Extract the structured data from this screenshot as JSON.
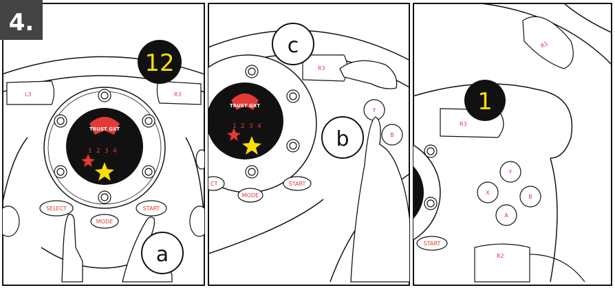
{
  "step": {
    "label": "4."
  },
  "panel1": {
    "callout_number": "12",
    "buttons": {
      "l3": "L3",
      "r3": "R3",
      "select": "SELECT",
      "start": "START",
      "mode": "MODE"
    },
    "brand": "TRUST GXT",
    "leds": [
      "1",
      "2",
      "3",
      "4"
    ],
    "callout_letter": "a"
  },
  "panel2": {
    "callout_letter_top": "c",
    "callout_letter_mid": "b",
    "buttons": {
      "r3": "R3",
      "y": "Y",
      "b": "B",
      "start": "START",
      "mode": "MODE",
      "select_partial": "CT"
    },
    "brand": "TRUST GXT",
    "leds": [
      "1",
      "2",
      "3",
      "4"
    ]
  },
  "panel3": {
    "callout_number": "1",
    "buttons": {
      "r1": "R1",
      "r3": "R3",
      "r2": "R2",
      "y": "Y",
      "x": "X",
      "b": "B",
      "a": "A",
      "start": "START"
    }
  },
  "colors": {
    "callout_bg": "#111111",
    "callout_text": "#f5e000",
    "label_red": "#e53935",
    "led_red": "#e53935",
    "led_yellow": "#f5e000",
    "step_bg": "#444444"
  }
}
